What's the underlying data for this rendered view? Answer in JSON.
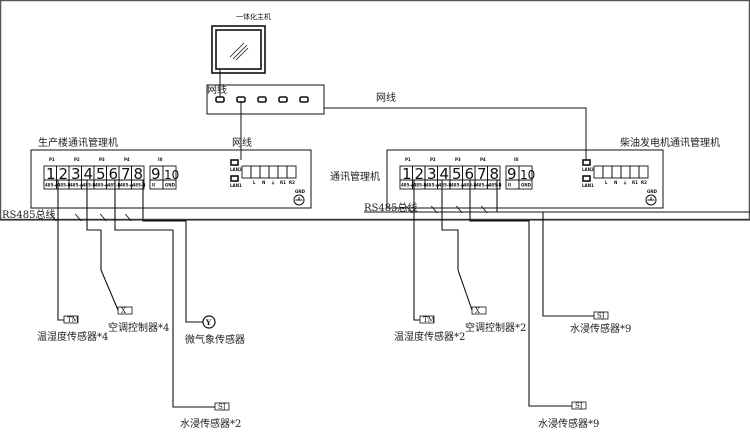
{
  "diagram": {
    "host": {
      "label": "一体化主机"
    },
    "switch": {
      "label": "网线",
      "port_count": 5
    },
    "network_links": {
      "switch_to_left": "网线",
      "switch_to_right": "网线"
    },
    "left_manager": {
      "title": "生产楼通讯管理机",
      "bus_label": "RS485总线",
      "port_groups": [
        "P1",
        "P2",
        "P3",
        "P4"
      ],
      "terminals": [
        "1",
        "2",
        "3",
        "4",
        "5",
        "6",
        "7",
        "8"
      ],
      "terminal_signals": [
        "485-A",
        "485-B",
        "485-A",
        "485-B",
        "485-A",
        "485-B",
        "485-A",
        "485-B"
      ],
      "power_group": "III",
      "power_terminals": [
        "9",
        "10"
      ],
      "power_signals": [
        "II",
        "GND"
      ],
      "lan_ports": [
        "LAN2",
        "LAN1"
      ],
      "power_block_labels": [
        "L",
        "N",
        "⏚",
        "R1",
        "R2"
      ],
      "gnd_label": "GND"
    },
    "right_manager": {
      "title": "柴油发电机通讯管理机",
      "side_label": "通讯管理机",
      "bus_label": "RS485总线",
      "port_groups": [
        "P1",
        "P2",
        "P3",
        "P4"
      ],
      "terminals": [
        "1",
        "2",
        "3",
        "4",
        "5",
        "6",
        "7",
        "8"
      ],
      "terminal_signals": [
        "485-A",
        "485-B",
        "485-A",
        "485-B",
        "485-A",
        "485-B",
        "485-A",
        "485-B"
      ],
      "power_group": "III",
      "power_terminals": [
        "9",
        "10"
      ],
      "power_signals": [
        "II",
        "GND"
      ],
      "lan_ports": [
        "LAN2",
        "LAN1"
      ],
      "power_block_labels": [
        "L",
        "N",
        "⏚",
        "R1",
        "R2"
      ],
      "gnd_label": "GND"
    },
    "left_devices": [
      {
        "tag": "TM",
        "label": "温湿度传感器*4",
        "port": "P1"
      },
      {
        "tag": "X",
        "label": "空调控制器*4",
        "port": "P2"
      },
      {
        "tag": "SJ",
        "label": "水浸传感器*2",
        "port": "P3"
      },
      {
        "tag": "Y",
        "label": "微气象传感器",
        "port": "P4"
      }
    ],
    "right_devices": [
      {
        "tag": "TM",
        "label": "温湿度传感器*2",
        "port": "P1"
      },
      {
        "tag": "X",
        "label": "空调控制器*2",
        "port": "P2"
      },
      {
        "tag": "SJ",
        "label": "水浸传感器*9",
        "port": "P3"
      },
      {
        "tag": "SJ",
        "label": "水浸传感器*9",
        "port": "P4"
      }
    ]
  }
}
